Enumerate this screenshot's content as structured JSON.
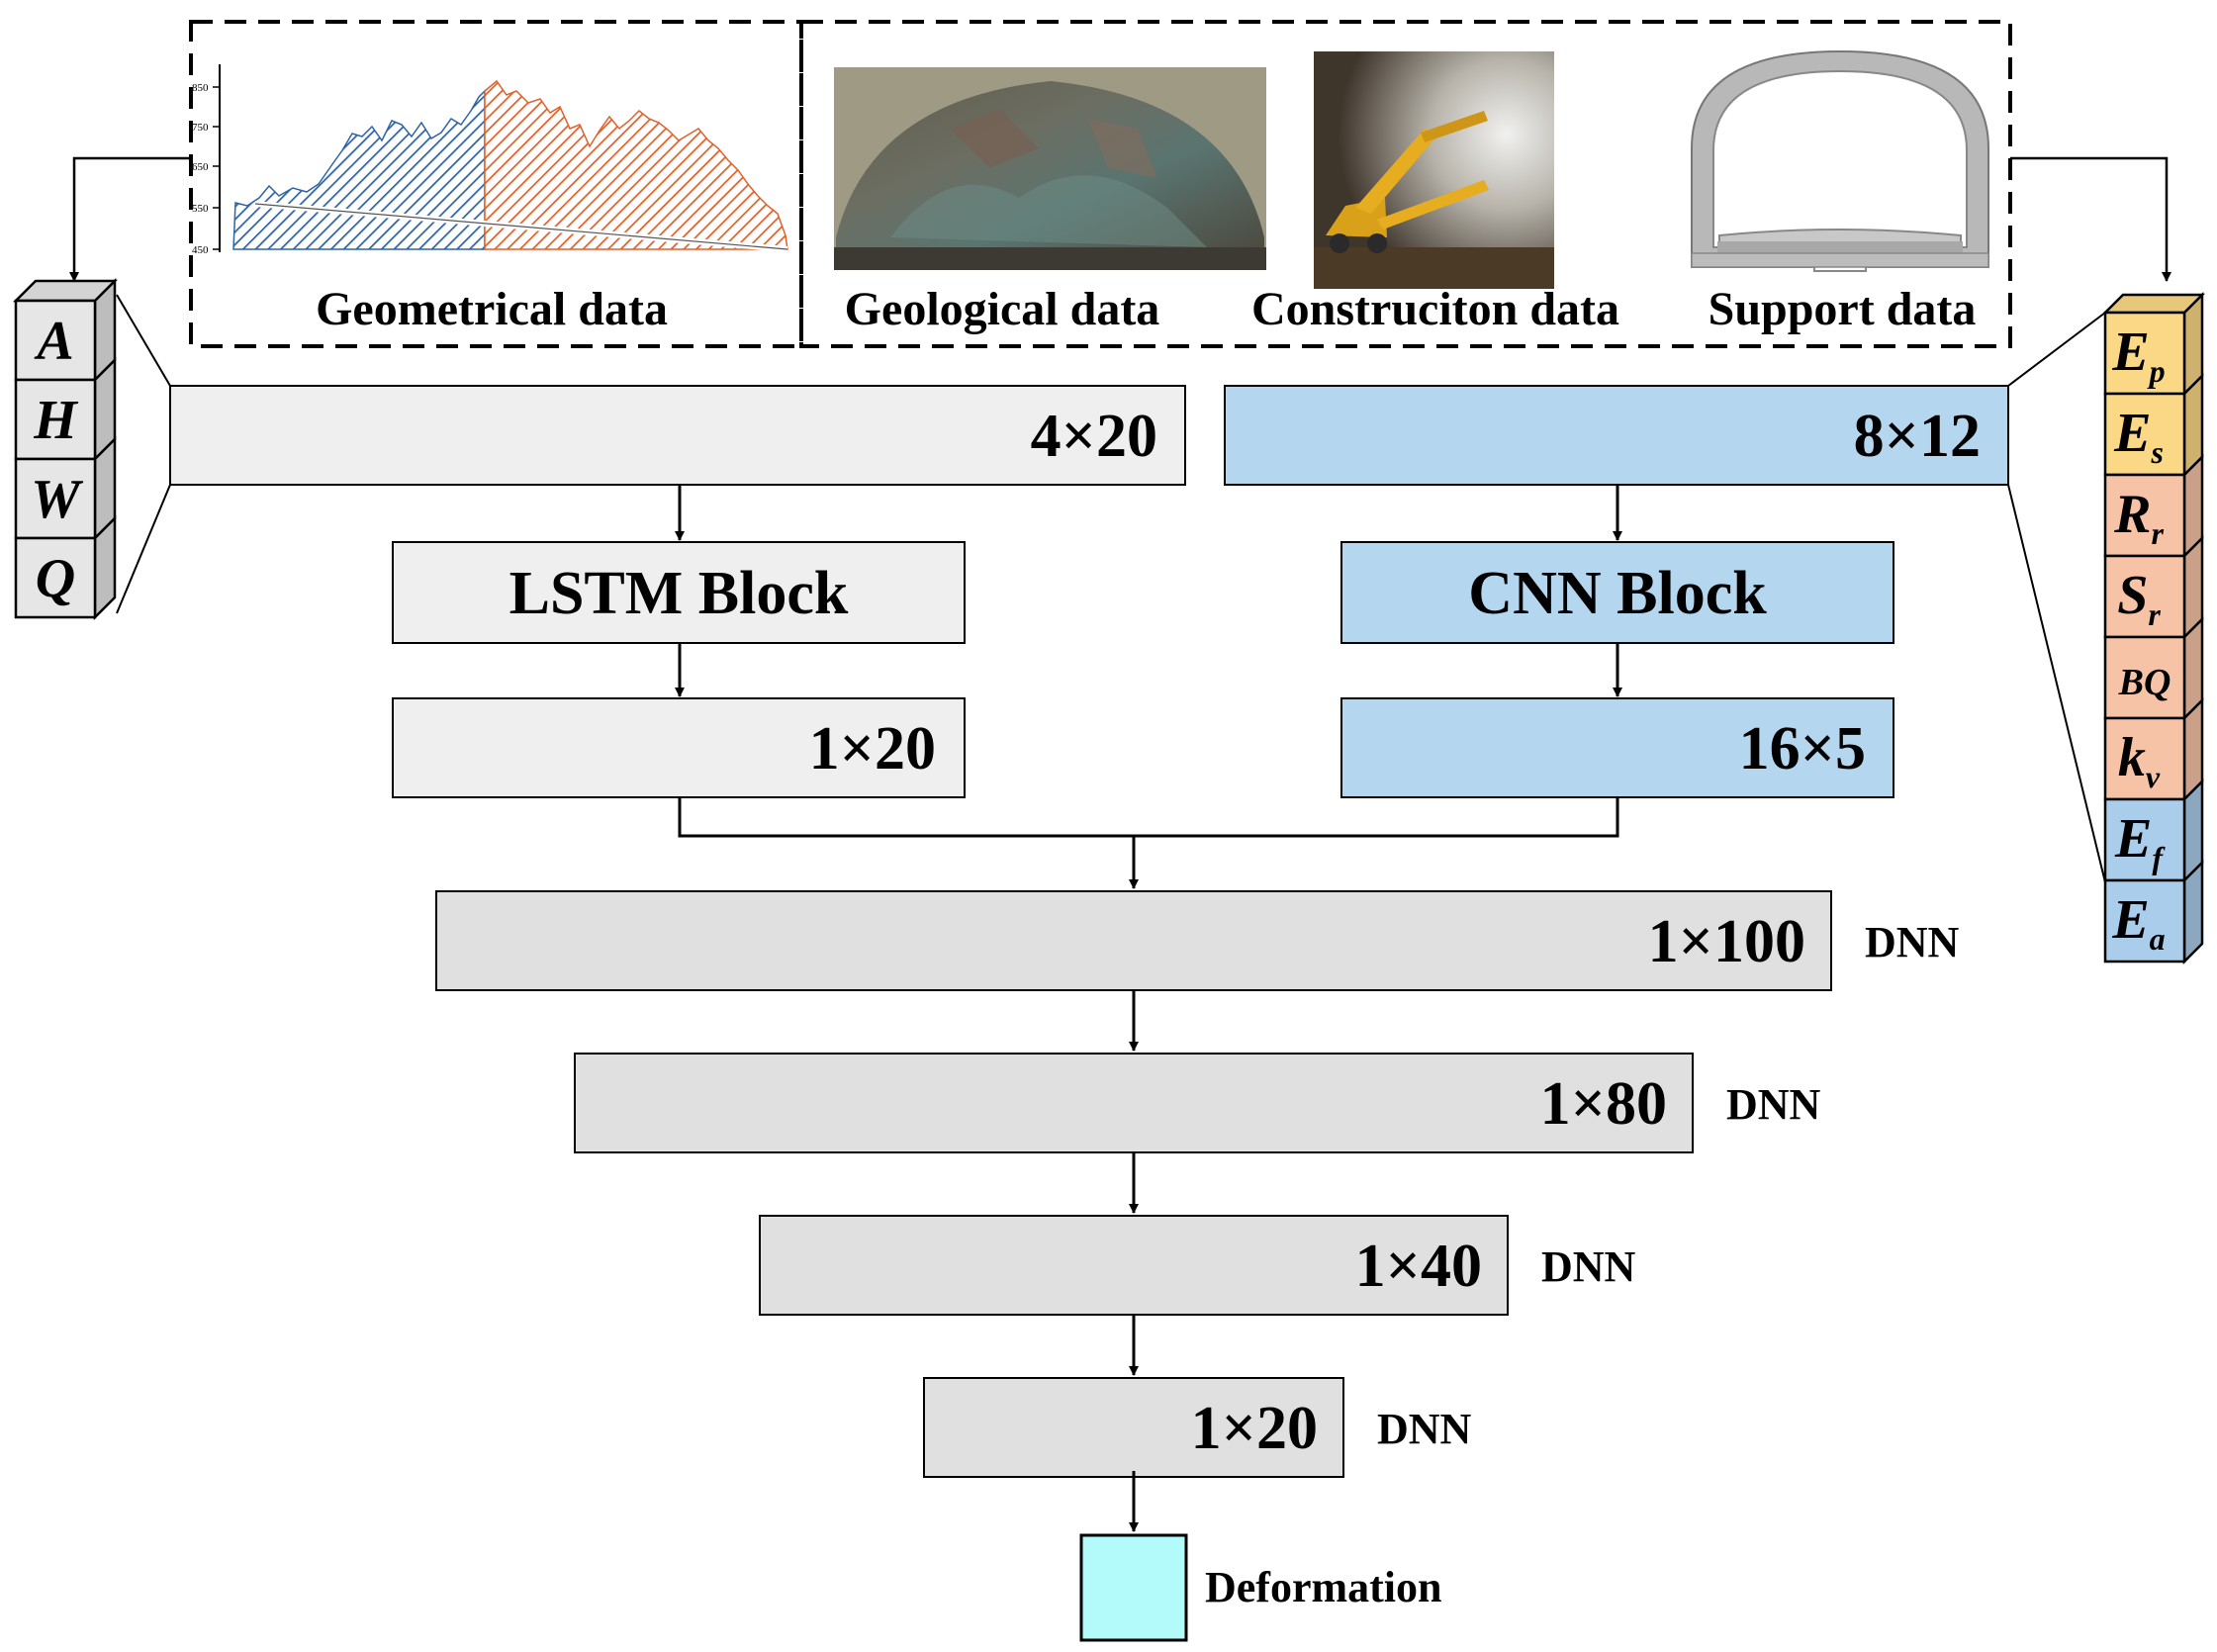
{
  "panels": {
    "geometrical": {
      "caption": "Geometrical data",
      "axis_ticks": [
        "850",
        "750",
        "650",
        "550",
        "450"
      ]
    },
    "geological": {
      "caption": "Geological data"
    },
    "construction": {
      "caption": "Construciton data"
    },
    "support": {
      "caption": "Support data"
    }
  },
  "left_inputs": [
    "A",
    "H",
    "W",
    "Q"
  ],
  "right_inputs": [
    {
      "base": "E",
      "sub": "p",
      "color": "#fbd885"
    },
    {
      "base": "E",
      "sub": "s",
      "color": "#fbd885"
    },
    {
      "base": "R",
      "sub": "r",
      "color": "#f6c3a6"
    },
    {
      "base": "S",
      "sub": "r",
      "color": "#f6c3a6"
    },
    {
      "base": "BQ",
      "sub": "",
      "color": "#f6c3a6"
    },
    {
      "base": "k",
      "sub": "v",
      "color": "#f6c3a6"
    },
    {
      "base": "E",
      "sub": "f",
      "color": "#a9cdea"
    },
    {
      "base": "E",
      "sub": "a",
      "color": "#a9cdea"
    }
  ],
  "lstm_branch": {
    "input_label": "4×20",
    "block_label": "LSTM Block",
    "output_label": "1×20",
    "color": "#efefef"
  },
  "cnn_branch": {
    "input_label": "8×12",
    "block_label": "CNN Block",
    "output_label": "16×5",
    "color": "#b5d6ef"
  },
  "dnn_layers": [
    {
      "label": "1×100",
      "tag": "DNN"
    },
    {
      "label": "1×80",
      "tag": "DNN"
    },
    {
      "label": "1×40",
      "tag": "DNN"
    },
    {
      "label": "1×20",
      "tag": "DNN"
    }
  ],
  "dnn_color": "#e0e0e0",
  "output": {
    "label": "Deformation",
    "color": "#b3fbfb"
  }
}
